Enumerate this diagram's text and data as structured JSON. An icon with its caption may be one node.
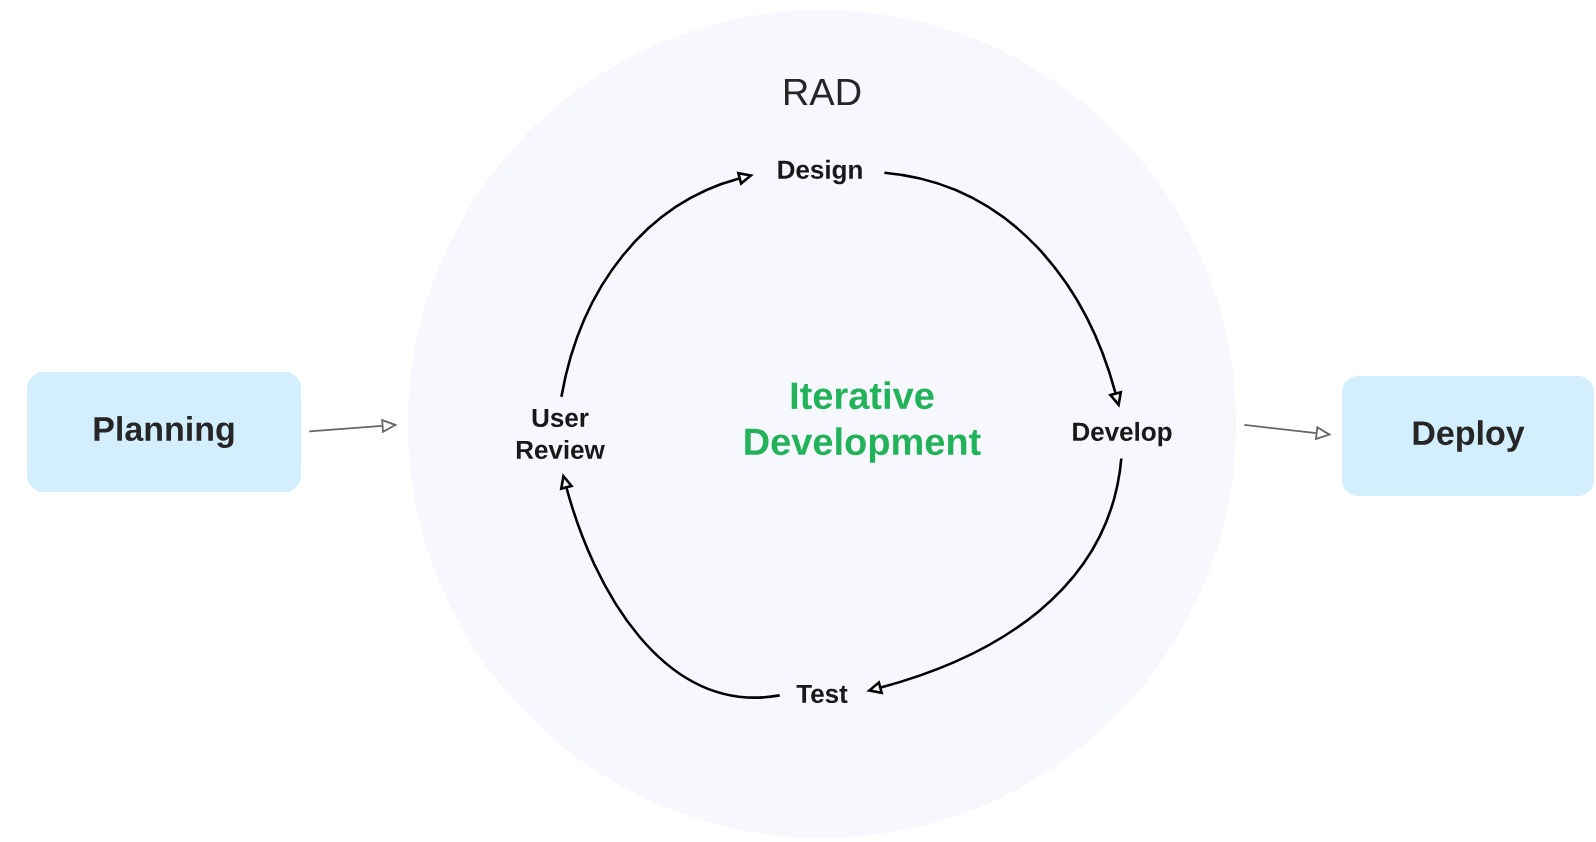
{
  "diagram": {
    "nodes": [
      {
        "text": [
          "Planning"
        ]
      },
      {
        "text": [
          "RAD"
        ]
      },
      {
        "text": [
          "Design"
        ],
        "in": 1
      },
      {
        "text": [
          "Develop"
        ],
        "in": 1
      },
      {
        "text": [
          "Test"
        ],
        "in": 1
      },
      {
        "text": [
          "User Review"
        ],
        "in": 1
      },
      {
        "text": [
          "Deploy"
        ]
      }
    ],
    "edges": [
      {
        "from": 0,
        "to": 1,
        "arrow": "to",
        "color": "#666666"
      },
      {
        "from": 5,
        "to": 2,
        "arrow": "to"
      },
      {
        "from": 2,
        "to": 3,
        "arrow": "to"
      },
      {
        "from": 3,
        "to": 4,
        "arrow": "to"
      },
      {
        "from": 4,
        "to": 5,
        "arrow": "to"
      },
      {
        "from": 1,
        "to": 6,
        "arrow": "to",
        "color": "#666666"
      }
    ],
    "labels": [
      "Iterative Development"
    ]
  }
}
